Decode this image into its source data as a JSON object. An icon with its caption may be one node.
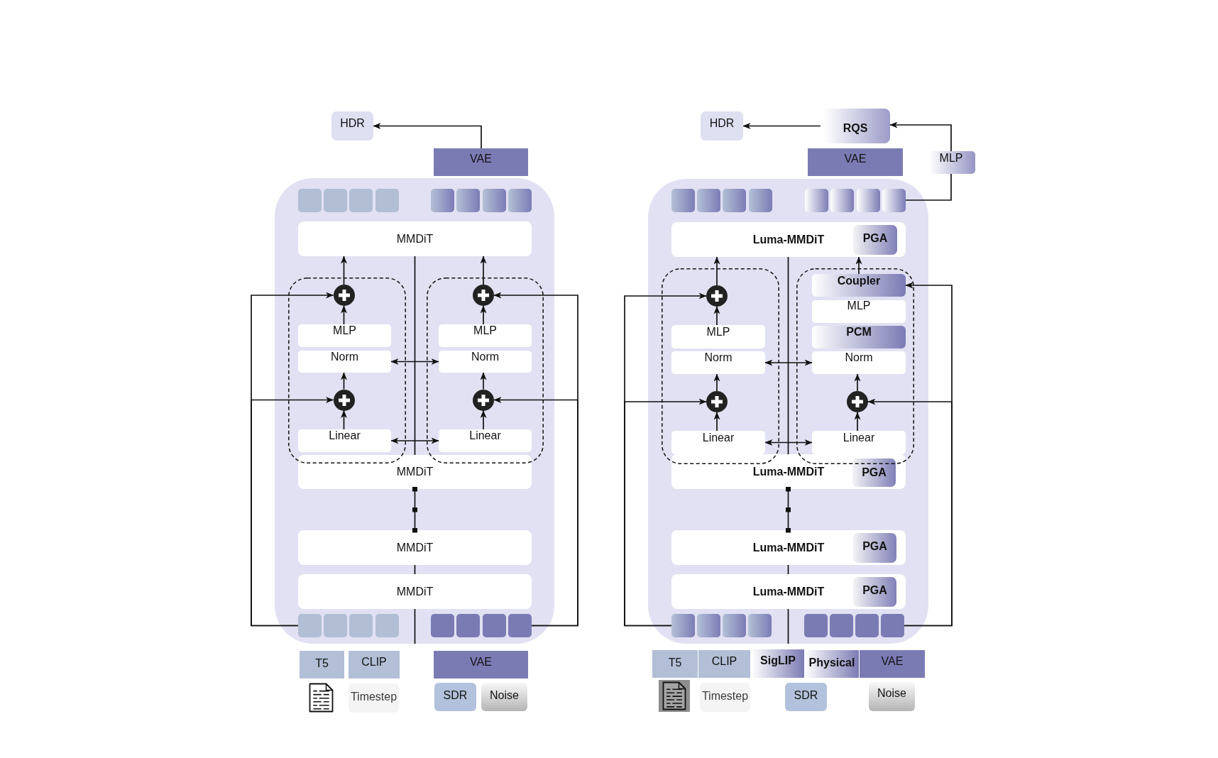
{
  "diagram": {
    "nodes": [
      {
        "text": [
          "HDR"
        ]
      },
      {
        "text": [
          "VAE"
        ]
      },
      {
        "text": [],
        "shape": "box"
      },
      {
        "text": [],
        "shape": "box",
        "in": 2
      },
      {
        "text": [],
        "shape": "box",
        "in": 2
      },
      {
        "text": [],
        "shape": "box",
        "in": 2
      },
      {
        "text": [],
        "shape": "box",
        "in": 2
      },
      {
        "text": [],
        "shape": "box",
        "in": 2
      },
      {
        "text": [],
        "shape": "box",
        "in": 2
      },
      {
        "text": [],
        "shape": "box",
        "in": 2
      },
      {
        "text": [],
        "shape": "box",
        "in": 2
      },
      {
        "text": [
          "MMDiT"
        ],
        "in": 2
      },
      {
        "text": [],
        "shape": "box",
        "in": 2
      },
      {
        "text": [],
        "shape": "circle",
        "in": 12
      },
      {
        "text": [
          "MLP"
        ],
        "in": 12
      },
      {
        "text": [
          "Norm"
        ],
        "in": 12
      },
      {
        "text": [],
        "shape": "circle",
        "in": 12
      },
      {
        "text": [
          "Linear"
        ],
        "in": 12
      },
      {
        "text": [],
        "shape": "box",
        "in": 2
      },
      {
        "text": [],
        "shape": "circle",
        "in": 18
      },
      {
        "text": [
          "MLP"
        ],
        "in": 18
      },
      {
        "text": [
          "Norm"
        ],
        "in": 18
      },
      {
        "text": [],
        "shape": "circle",
        "in": 18
      },
      {
        "text": [
          "Linear"
        ],
        "in": 18
      },
      {
        "text": [
          "MMDiT"
        ],
        "in": 2
      },
      {
        "text": [
          "MMDiT"
        ],
        "in": 2
      },
      {
        "text": [
          "MMDiT"
        ],
        "in": 2
      },
      {
        "text": [],
        "shape": "box",
        "in": 2
      },
      {
        "text": [],
        "shape": "box",
        "in": 2
      },
      {
        "text": [],
        "shape": "box",
        "in": 2
      },
      {
        "text": [],
        "shape": "box",
        "in": 2
      },
      {
        "text": [],
        "shape": "box",
        "in": 2
      },
      {
        "text": [],
        "shape": "box",
        "in": 2
      },
      {
        "text": [],
        "shape": "box",
        "in": 2
      },
      {
        "text": [],
        "shape": "box",
        "in": 2
      },
      {
        "text": [
          "T5"
        ]
      },
      {
        "text": [
          "CLIP"
        ]
      },
      {
        "text": [
          "VAE"
        ]
      },
      {
        "text": [
          "Timestep"
        ]
      },
      {
        "text": [
          "SDR"
        ]
      },
      {
        "text": [
          "Noise"
        ]
      },
      {
        "text": [
          "HDR"
        ]
      },
      {
        "text": [
          "RQS"
        ]
      },
      {
        "text": [
          "VAE"
        ]
      },
      {
        "text": [
          "MLP"
        ]
      },
      {
        "text": [],
        "shape": "box"
      },
      {
        "text": [],
        "shape": "box",
        "in": 45
      },
      {
        "text": [],
        "shape": "box",
        "in": 45
      },
      {
        "text": [],
        "shape": "box",
        "in": 45
      },
      {
        "text": [],
        "shape": "box",
        "in": 45
      },
      {
        "text": [],
        "shape": "box",
        "in": 45
      },
      {
        "text": [],
        "shape": "box",
        "in": 45
      },
      {
        "text": [],
        "shape": "box",
        "in": 45
      },
      {
        "text": [],
        "shape": "box",
        "in": 45
      },
      {
        "text": [
          "Luma-MMDiT"
        ],
        "in": 45
      },
      {
        "text": [
          "PGA"
        ],
        "in": 54
      },
      {
        "text": [],
        "shape": "box",
        "in": 45
      },
      {
        "text": [],
        "shape": "circle",
        "in": 56
      },
      {
        "text": [
          "MLP"
        ],
        "in": 56
      },
      {
        "text": [
          "Norm"
        ],
        "in": 56
      },
      {
        "text": [],
        "shape": "circle",
        "in": 56
      },
      {
        "text": [
          "Linear"
        ],
        "in": 56
      },
      {
        "text": [],
        "shape": "box",
        "in": 45
      },
      {
        "text": [
          "Coupler"
        ],
        "in": 62
      },
      {
        "text": [
          "MLP"
        ],
        "in": 62
      },
      {
        "text": [
          "PCM"
        ],
        "in": 62
      },
      {
        "text": [
          "Norm"
        ],
        "in": 62
      },
      {
        "text": [],
        "shape": "circle",
        "in": 62
      },
      {
        "text": [
          "Linear"
        ],
        "in": 62
      },
      {
        "text": [
          "Luma-MMDiT"
        ],
        "in": 45
      },
      {
        "text": [
          "PGA"
        ],
        "in": 69
      },
      {
        "text": [
          "Luma-MMDiT"
        ],
        "in": 45
      },
      {
        "text": [
          "PGA"
        ],
        "in": 71
      },
      {
        "text": [
          "Luma-MMDiT"
        ],
        "in": 45
      },
      {
        "text": [
          "PGA"
        ],
        "in": 73
      },
      {
        "text": [],
        "shape": "box",
        "in": 45
      },
      {
        "text": [],
        "shape": "box",
        "in": 45
      },
      {
        "text": [],
        "shape": "box",
        "in": 45
      },
      {
        "text": [],
        "shape": "box",
        "in": 45
      },
      {
        "text": [],
        "shape": "box",
        "in": 45
      },
      {
        "text": [],
        "shape": "box",
        "in": 45
      },
      {
        "text": [],
        "shape": "box",
        "in": 45
      },
      {
        "text": [],
        "shape": "box",
        "in": 45
      },
      {
        "text": [
          "T5"
        ]
      },
      {
        "text": [
          "CLIP"
        ]
      },
      {
        "text": [
          "SigLIP"
        ]
      },
      {
        "text": [
          "Physical"
        ]
      },
      {
        "text": [
          "VAE"
        ]
      },
      {
        "text": [
          "Timestep"
        ]
      },
      {
        "text": [
          "SDR"
        ]
      },
      {
        "text": [
          "Noise"
        ]
      }
    ],
    "edges": [
      {
        "from": 1,
        "to": 0,
        "arrow": "to"
      },
      {
        "from": 11,
        "to": 24,
        "arrow": "none"
      },
      {
        "from": 24,
        "to": 25,
        "arrow": "other"
      },
      {
        "from": 25,
        "to": 26,
        "arrow": "none"
      },
      {
        "from": 26,
        "to": 2,
        "arrow": "none"
      },
      {
        "from": 14,
        "to": 13,
        "arrow": "to"
      },
      {
        "from": 13,
        "to": 11,
        "arrow": "to"
      },
      {
        "from": 16,
        "to": 15,
        "arrow": "to"
      },
      {
        "from": 17,
        "to": 16,
        "arrow": "to"
      },
      {
        "from": 20,
        "to": 19,
        "arrow": "to"
      },
      {
        "from": 19,
        "to": 11,
        "arrow": "to"
      },
      {
        "from": 22,
        "to": 21,
        "arrow": "to"
      },
      {
        "from": 23,
        "to": 22,
        "arrow": "to"
      },
      {
        "from": 15,
        "to": 21,
        "arrow": "both"
      },
      {
        "from": 17,
        "to": 23,
        "arrow": "both"
      },
      {
        "from": 27,
        "to": 13,
        "arrow": "to"
      },
      {
        "from": 27,
        "to": 16,
        "arrow": "to"
      },
      {
        "from": 34,
        "to": 19,
        "arrow": "to"
      },
      {
        "from": 34,
        "to": 22,
        "arrow": "to"
      },
      {
        "from": 42,
        "to": 41,
        "arrow": "to"
      },
      {
        "from": 53,
        "to": 44,
        "arrow": "none"
      },
      {
        "from": 44,
        "to": 42,
        "arrow": "to"
      },
      {
        "from": 54,
        "to": 69,
        "arrow": "none"
      },
      {
        "from": 69,
        "to": 71,
        "arrow": "other"
      },
      {
        "from": 71,
        "to": 73,
        "arrow": "none"
      },
      {
        "from": 73,
        "to": 45,
        "arrow": "none"
      },
      {
        "from": 58,
        "to": 57,
        "arrow": "to"
      },
      {
        "from": 57,
        "to": 54,
        "arrow": "to"
      },
      {
        "from": 60,
        "to": 59,
        "arrow": "to"
      },
      {
        "from": 61,
        "to": 60,
        "arrow": "to"
      },
      {
        "from": 63,
        "to": 54,
        "arrow": "to"
      },
      {
        "from": 67,
        "to": 66,
        "arrow": "to"
      },
      {
        "from": 68,
        "to": 67,
        "arrow": "to"
      },
      {
        "from": 59,
        "to": 66,
        "arrow": "both"
      },
      {
        "from": 61,
        "to": 68,
        "arrow": "both"
      },
      {
        "from": 75,
        "to": 57,
        "arrow": "to"
      },
      {
        "from": 75,
        "to": 60,
        "arrow": "to"
      },
      {
        "from": 82,
        "to": 63,
        "arrow": "to"
      },
      {
        "from": 82,
        "to": 67,
        "arrow": "to"
      }
    ]
  }
}
